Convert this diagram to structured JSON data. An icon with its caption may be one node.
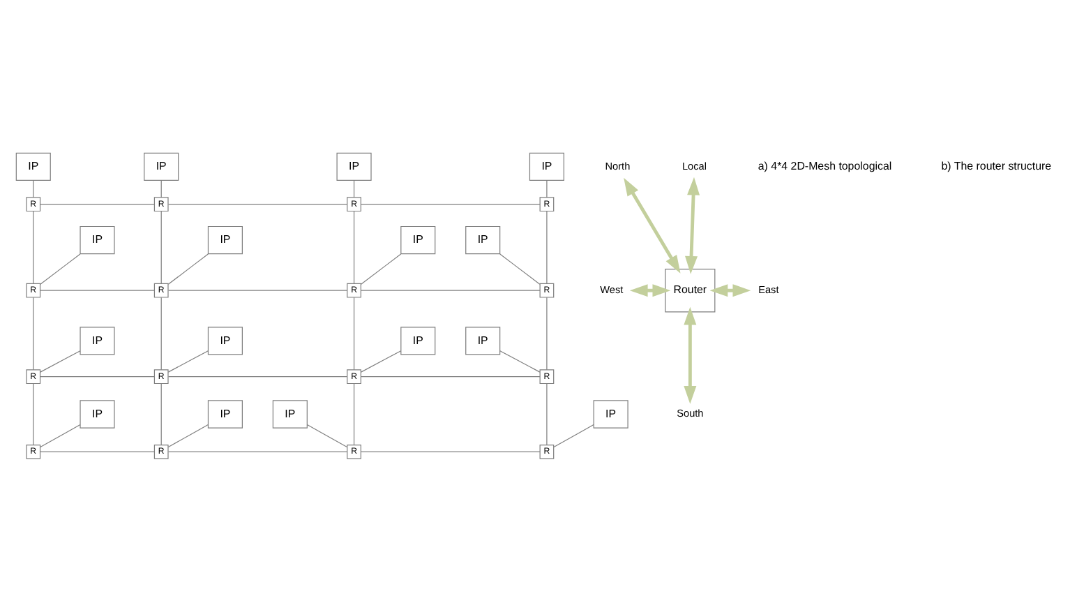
{
  "diagram": {
    "nodes": [
      {
        "text": [
          "IP"
        ]
      },
      {
        "text": [
          "IP"
        ]
      },
      {
        "text": [
          "IP"
        ]
      },
      {
        "text": [
          "IP"
        ]
      },
      {
        "text": [
          "R"
        ]
      },
      {
        "text": [
          "R"
        ]
      },
      {
        "text": [
          "R"
        ]
      },
      {
        "text": [
          "R"
        ]
      },
      {
        "text": [
          "IP"
        ]
      },
      {
        "text": [
          "IP"
        ]
      },
      {
        "text": [
          "IP"
        ]
      },
      {
        "text": [
          "IP"
        ]
      },
      {
        "text": [
          "R"
        ]
      },
      {
        "text": [
          "R"
        ]
      },
      {
        "text": [
          "R"
        ]
      },
      {
        "text": [
          "R"
        ]
      },
      {
        "text": [
          "IP"
        ]
      },
      {
        "text": [
          "IP"
        ]
      },
      {
        "text": [
          "IP"
        ]
      },
      {
        "text": [
          "IP"
        ]
      },
      {
        "text": [
          "R"
        ]
      },
      {
        "text": [
          "R"
        ]
      },
      {
        "text": [
          "R"
        ]
      },
      {
        "text": [
          "R"
        ]
      },
      {
        "text": [
          "IP"
        ]
      },
      {
        "text": [
          "IP"
        ]
      },
      {
        "text": [
          "IP"
        ]
      },
      {
        "text": [
          "IP"
        ]
      },
      {
        "text": [
          "R"
        ]
      },
      {
        "text": [
          "R"
        ]
      },
      {
        "text": [
          "R"
        ]
      },
      {
        "text": [
          "R"
        ]
      },
      {
        "text": [
          "North"
        ]
      },
      {
        "text": [
          "Local"
        ]
      },
      {
        "text": [
          "West"
        ]
      },
      {
        "text": [
          "Router"
        ]
      },
      {
        "text": [
          "East"
        ]
      },
      {
        "text": [
          "South"
        ]
      }
    ],
    "edges": [
      {
        "from": 0,
        "to": 4,
        "arrow": "none"
      },
      {
        "from": 1,
        "to": 5,
        "arrow": "none"
      },
      {
        "from": 2,
        "to": 6,
        "arrow": "none"
      },
      {
        "from": 3,
        "to": 7,
        "arrow": "none"
      },
      {
        "from": 8,
        "to": 12,
        "arrow": "none"
      },
      {
        "from": 9,
        "to": 13,
        "arrow": "none"
      },
      {
        "from": 10,
        "to": 14,
        "arrow": "none"
      },
      {
        "from": 11,
        "to": 15,
        "arrow": "none"
      },
      {
        "from": 16,
        "to": 20,
        "arrow": "none"
      },
      {
        "from": 17,
        "to": 21,
        "arrow": "none"
      },
      {
        "from": 18,
        "to": 22,
        "arrow": "none"
      },
      {
        "from": 19,
        "to": 23,
        "arrow": "none"
      },
      {
        "from": 24,
        "to": 28,
        "arrow": "none"
      },
      {
        "from": 25,
        "to": 29,
        "arrow": "none"
      },
      {
        "from": 26,
        "to": 30,
        "arrow": "none"
      },
      {
        "from": 27,
        "to": 31,
        "arrow": "none"
      },
      {
        "from": 4,
        "to": 5,
        "arrow": "none"
      },
      {
        "from": 5,
        "to": 6,
        "arrow": "none"
      },
      {
        "from": 6,
        "to": 7,
        "arrow": "none"
      },
      {
        "from": 12,
        "to": 13,
        "arrow": "none"
      },
      {
        "from": 13,
        "to": 14,
        "arrow": "none"
      },
      {
        "from": 14,
        "to": 15,
        "arrow": "none"
      },
      {
        "from": 20,
        "to": 21,
        "arrow": "none"
      },
      {
        "from": 21,
        "to": 22,
        "arrow": "none"
      },
      {
        "from": 22,
        "to": 23,
        "arrow": "none"
      },
      {
        "from": 28,
        "to": 29,
        "arrow": "none"
      },
      {
        "from": 29,
        "to": 30,
        "arrow": "none"
      },
      {
        "from": 30,
        "to": 31,
        "arrow": "none"
      },
      {
        "from": 4,
        "to": 12,
        "arrow": "none"
      },
      {
        "from": 5,
        "to": 13,
        "arrow": "none"
      },
      {
        "from": 6,
        "to": 14,
        "arrow": "none"
      },
      {
        "from": 7,
        "to": 15,
        "arrow": "none"
      },
      {
        "from": 12,
        "to": 20,
        "arrow": "none"
      },
      {
        "from": 13,
        "to": 21,
        "arrow": "none"
      },
      {
        "from": 14,
        "to": 22,
        "arrow": "none"
      },
      {
        "from": 15,
        "to": 23,
        "arrow": "none"
      },
      {
        "from": 20,
        "to": 28,
        "arrow": "none"
      },
      {
        "from": 21,
        "to": 29,
        "arrow": "none"
      },
      {
        "from": 22,
        "to": 30,
        "arrow": "none"
      },
      {
        "from": 23,
        "to": 31,
        "arrow": "none"
      },
      {
        "from": 32,
        "to": 35,
        "arrow": "both",
        "style": "thick",
        "color": "#c3cf9c"
      },
      {
        "from": 33,
        "to": 35,
        "arrow": "both",
        "style": "thick",
        "color": "#c3cf9c"
      },
      {
        "from": 34,
        "to": 35,
        "arrow": "both",
        "style": "thick",
        "color": "#c3cf9c"
      },
      {
        "from": 35,
        "to": 36,
        "arrow": "both",
        "style": "thick",
        "color": "#c3cf9c"
      },
      {
        "from": 35,
        "to": 37,
        "arrow": "both",
        "style": "thick",
        "color": "#c3cf9c"
      }
    ],
    "labels": [
      "a) 4*4 2D-Mesh topological",
      "b) The router structure"
    ]
  }
}
